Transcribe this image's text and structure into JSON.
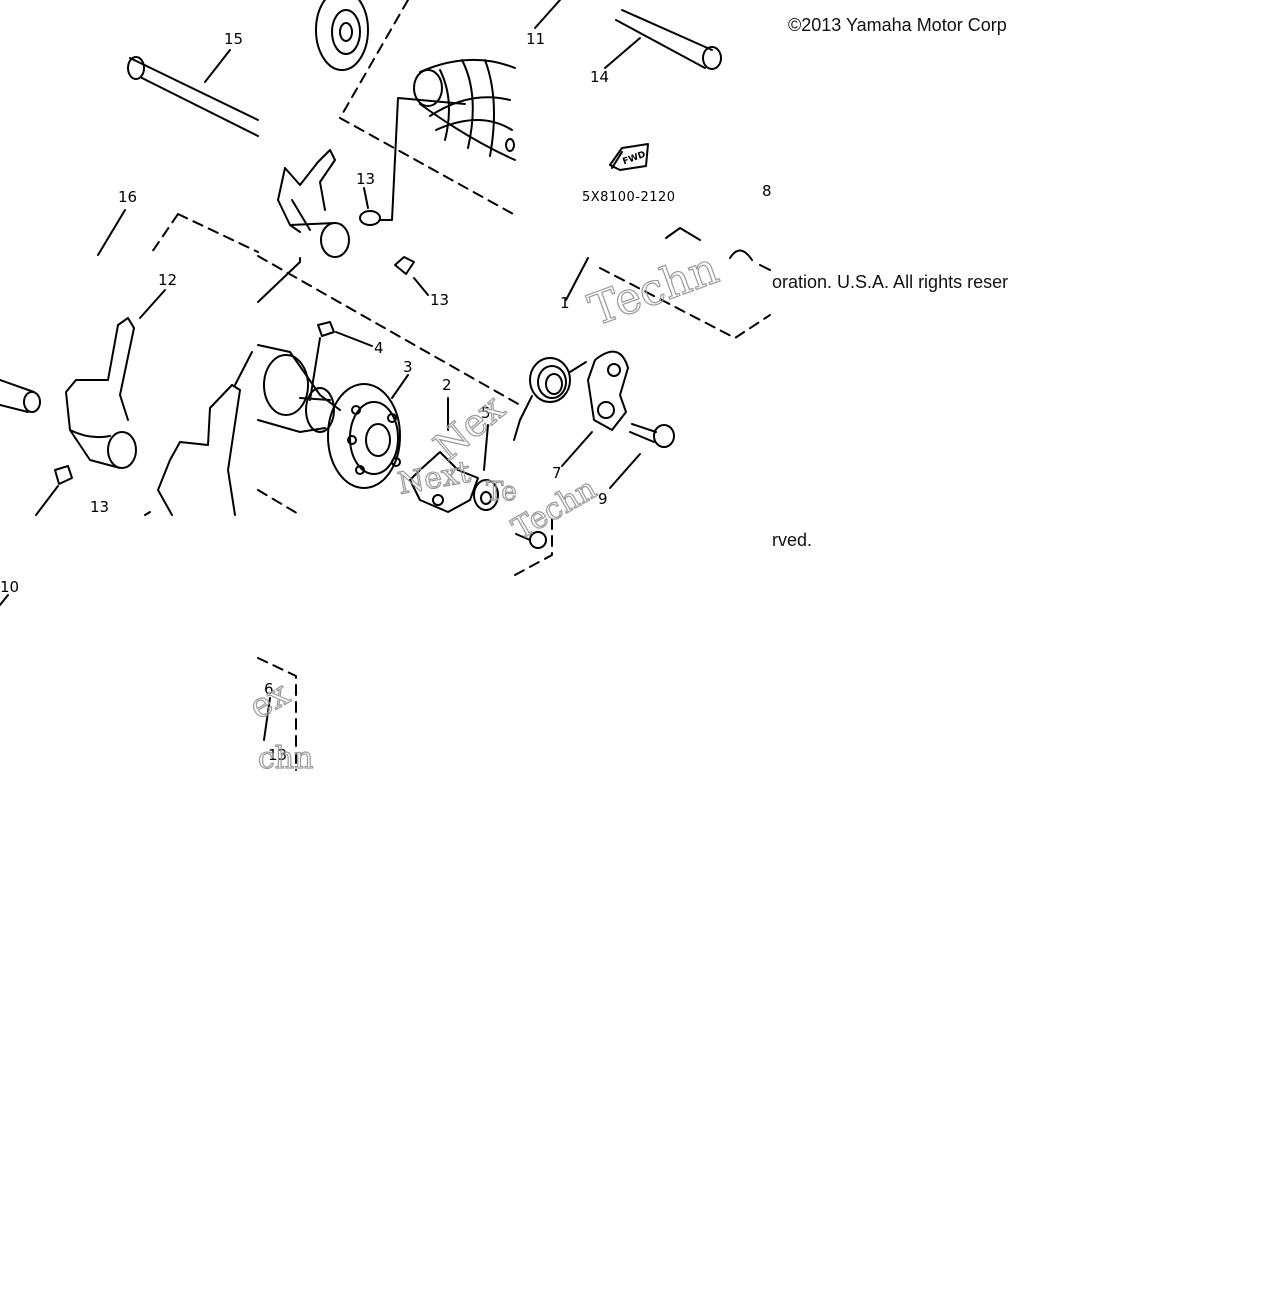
{
  "copyright": {
    "line1": "©2013 Yamaha Motor Corp",
    "line2": "oration. U.S.A. All rights reser",
    "line3": "rved."
  },
  "part_number": "5X8100-2120",
  "fwd_label": "FWD",
  "watermarks": [
    "Techn",
    "Next",
    "Te",
    "Nex",
    "Techn",
    "ex",
    "chn"
  ],
  "callouts": [
    "1",
    "2",
    "3",
    "4",
    "5",
    "6",
    "7",
    "8",
    "9",
    "10",
    "11",
    "12",
    "13",
    "13",
    "13",
    "13",
    "14",
    "15",
    "16"
  ]
}
